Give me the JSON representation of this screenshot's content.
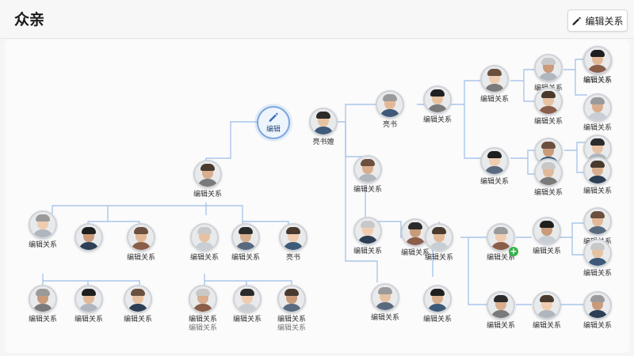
{
  "header": {
    "title": "众亲",
    "edit_button_label": "编辑关系"
  },
  "center": {
    "label": "编辑"
  },
  "colors": {
    "line": "#a9c6ea",
    "accent": "#7aa7e0",
    "add": "#36b24a"
  },
  "nodes": [
    {
      "id": "n_center",
      "name": "亮书嬗",
      "name2": ""
    },
    {
      "id": "n_a1",
      "name": "编辑关系",
      "name2": ""
    },
    {
      "id": "n_b1",
      "name": "编辑关系",
      "name2": ""
    },
    {
      "id": "n_b2",
      "name": "",
      "name2": ""
    },
    {
      "id": "n_c1",
      "name": "编辑关系",
      "name2": ""
    },
    {
      "id": "n_c2",
      "name": "编辑关系",
      "name2": ""
    },
    {
      "id": "n_c3",
      "name": "编辑关系",
      "name2": ""
    },
    {
      "id": "n_c4",
      "name": "亮书",
      "name2": ""
    },
    {
      "id": "n_c5",
      "name": "编辑关系",
      "name2": ""
    },
    {
      "id": "n_c6",
      "name": "编辑关系",
      "name2": ""
    },
    {
      "id": "n_d1",
      "name": "编辑关系",
      "name2": ""
    },
    {
      "id": "n_d2",
      "name": "编辑关系",
      "name2": "编辑关系"
    },
    {
      "id": "n_d3",
      "name": "编辑关系",
      "name2": ""
    },
    {
      "id": "n_d4",
      "name": "编辑关系",
      "name2": "编辑关系"
    },
    {
      "id": "n_p1",
      "name": "亮书",
      "name2": ""
    },
    {
      "id": "n_p2",
      "name": "编辑关系",
      "name2": ""
    },
    {
      "id": "n_p3",
      "name": "编辑关系",
      "name2": ""
    },
    {
      "id": "n_p4",
      "name": "编辑关系",
      "name2": ""
    },
    {
      "id": "n_p5",
      "name": "编辑关系",
      "name2": ""
    },
    {
      "id": "n_p6",
      "name": "编辑关系",
      "name2": ""
    },
    {
      "id": "n_q1",
      "name": "编辑关系",
      "name2": ""
    },
    {
      "id": "n_q2",
      "name": "编辑关系",
      "name2": ""
    },
    {
      "id": "n_q3",
      "name": "编辑关系",
      "name2": ""
    },
    {
      "id": "n_q4",
      "name": "编辑关系",
      "name2": ""
    },
    {
      "id": "n_q5",
      "name": "编辑关系",
      "name2": ""
    },
    {
      "id": "n_q6",
      "name": "编辑关系",
      "name2": ""
    },
    {
      "id": "n_r1",
      "name": "编辑关系",
      "name2": ""
    },
    {
      "id": "n_r2",
      "name": "编辑关系",
      "name2": ""
    },
    {
      "id": "n_r3",
      "name": "编辑关系",
      "name2": ""
    },
    {
      "id": "n_r4",
      "name": "编辑关系",
      "name2": ""
    },
    {
      "id": "n_r5",
      "name": "编辑关系",
      "name2": ""
    },
    {
      "id": "n_r6",
      "name": "编辑关系",
      "name2": ""
    },
    {
      "id": "n_r7",
      "name": "编辑关系",
      "name2": ""
    },
    {
      "id": "n_s1",
      "name": "编辑关系",
      "name2": ""
    },
    {
      "id": "n_s2",
      "name": "编辑关系",
      "name2": ""
    },
    {
      "id": "n_s3",
      "name": "编辑关系",
      "name2": ""
    },
    {
      "id": "n_s4",
      "name": "编辑关系",
      "name2": ""
    },
    {
      "id": "n_s5",
      "name": "编辑关系",
      "name2": ""
    },
    {
      "id": "n_s6",
      "name": "编辑关系",
      "name2": ""
    },
    {
      "id": "n_s7",
      "name": "编辑关系",
      "name2": ""
    }
  ]
}
